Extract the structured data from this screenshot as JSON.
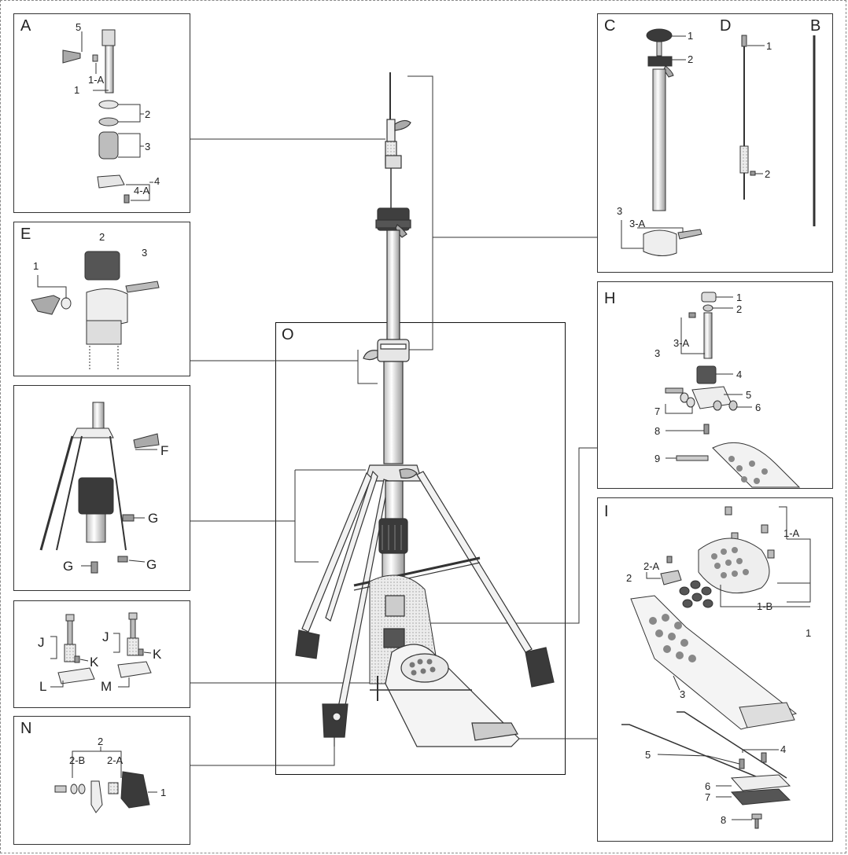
{
  "panels": {
    "A": {
      "letter": "A",
      "callouts": [
        "5",
        "1-A",
        "1",
        "2",
        "3",
        "4",
        "4-A"
      ]
    },
    "C": {
      "letter": "C",
      "callouts": [
        "1",
        "2",
        "3",
        "3-A"
      ]
    },
    "D": {
      "letter": "D",
      "callouts": [
        "1",
        "2"
      ]
    },
    "B": {
      "letter": "B"
    },
    "E": {
      "letter": "E",
      "callouts": [
        "2",
        "3",
        "1"
      ]
    },
    "F": {
      "letter": "F"
    },
    "G": {
      "letter": "G"
    },
    "H": {
      "letter": "H",
      "callouts": [
        "1",
        "2",
        "3-A",
        "3",
        "4",
        "5",
        "6",
        "7",
        "8",
        "9"
      ]
    },
    "I": {
      "letter": "I",
      "callouts": [
        "1-A",
        "2-A",
        "2",
        "1-B",
        "1",
        "3",
        "4",
        "5",
        "6",
        "7",
        "8"
      ]
    },
    "J": {
      "letter": "J"
    },
    "K": {
      "letter": "K"
    },
    "L": {
      "letter": "L"
    },
    "M": {
      "letter": "M"
    },
    "N": {
      "letter": "N",
      "callouts": [
        "2",
        "2-B",
        "2-A",
        "1"
      ]
    },
    "O": {
      "letter": "O"
    }
  },
  "colors": {
    "line": "#333333",
    "dark": "#444444",
    "mid": "#888888",
    "light": "#d8d8d8",
    "rubber": "#3a3a3a"
  }
}
